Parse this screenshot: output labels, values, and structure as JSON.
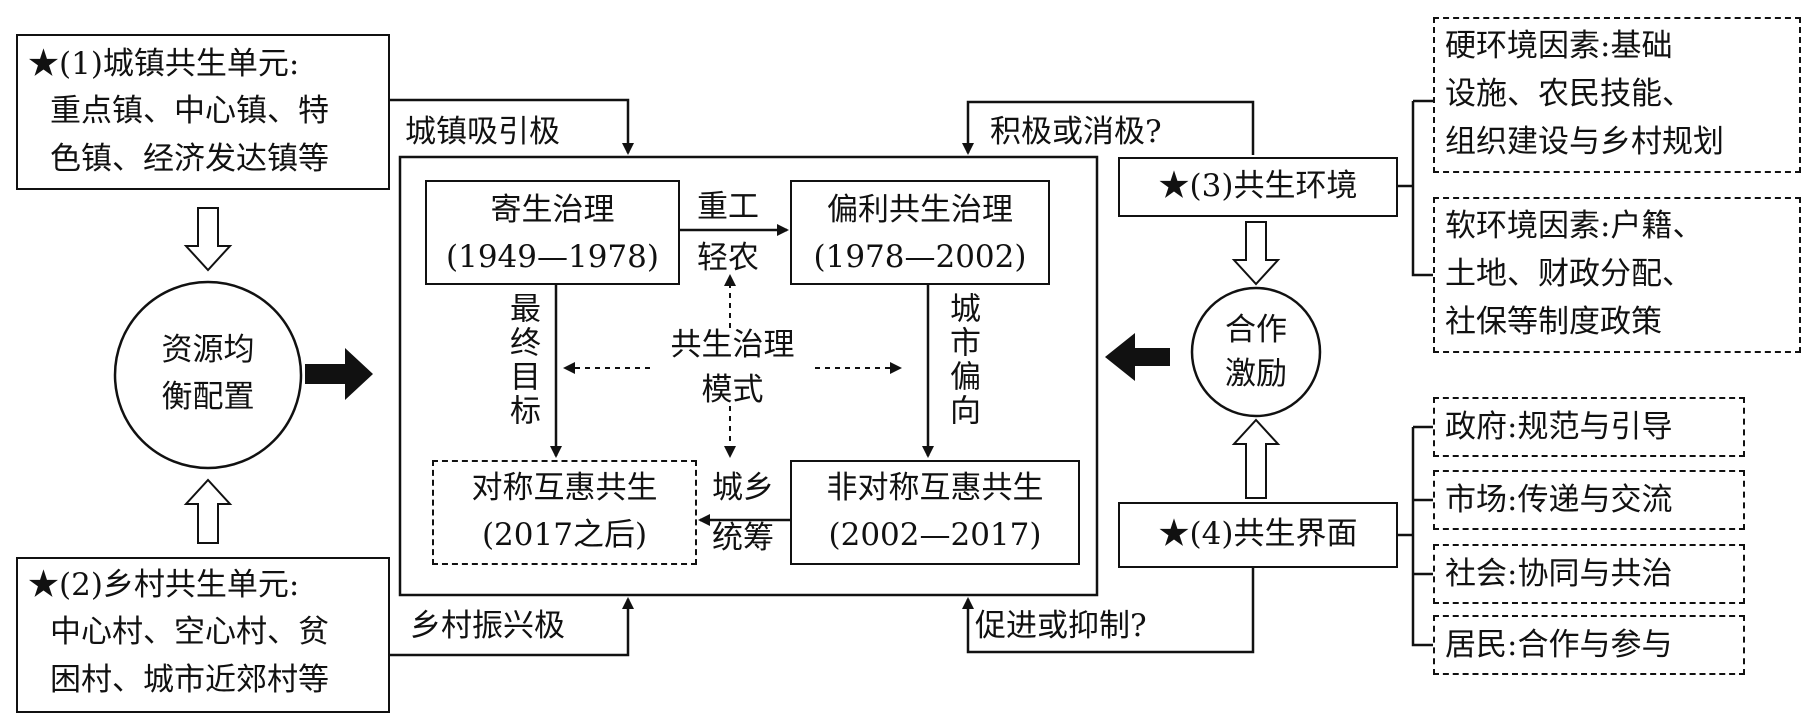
{
  "unit1": {
    "lines": [
      "★(1)城镇共生单元:",
      "重点镇、中心镇、特",
      "色镇、经济发达镇等"
    ]
  },
  "unit2": {
    "lines": [
      "★(2)乡村共生单元:",
      "中心村、空心村、贫",
      "困村、城市近郊村等"
    ]
  },
  "resource": {
    "lines": [
      "资源均",
      "衡配置"
    ]
  },
  "pole_top": "城镇吸引极",
  "pole_bottom": "乡村振兴极",
  "q_top": "积极或消极?",
  "q_bottom": "促进或抑制?",
  "stages": {
    "parasitic": {
      "name": "寄生治理",
      "period": "(1949—1978)"
    },
    "biased": {
      "name": "偏利共生治理",
      "period": "(1978—2002)"
    },
    "asym": {
      "name": "非对称互惠共生",
      "period": "(2002—2017)"
    },
    "sym": {
      "name": "对称互惠共生",
      "period": "(2017之后)"
    }
  },
  "labels": {
    "heavy": [
      "重工",
      "轻农"
    ],
    "final_goal": "最终目标",
    "city_bias": "城市偏向",
    "center": [
      "共生治理",
      "模式"
    ],
    "urban_rural": [
      "城乡",
      "统筹"
    ]
  },
  "environment": {
    "title": "★(3)共生环境"
  },
  "hard_env": {
    "lines": [
      "硬环境因素:基础",
      "设施、农民技能、",
      "组织建设与乡村规划"
    ]
  },
  "soft_env": {
    "lines": [
      "软环境因素:户籍、",
      "土地、财政分配、",
      "社保等制度政策"
    ]
  },
  "coop": {
    "lines": [
      "合作",
      "激励"
    ]
  },
  "interface": {
    "title": "★(4)共生界面"
  },
  "actors": [
    "政府:规范与引导",
    "市场:传递与交流",
    "社会:协同与共治",
    "居民:合作与参与"
  ]
}
